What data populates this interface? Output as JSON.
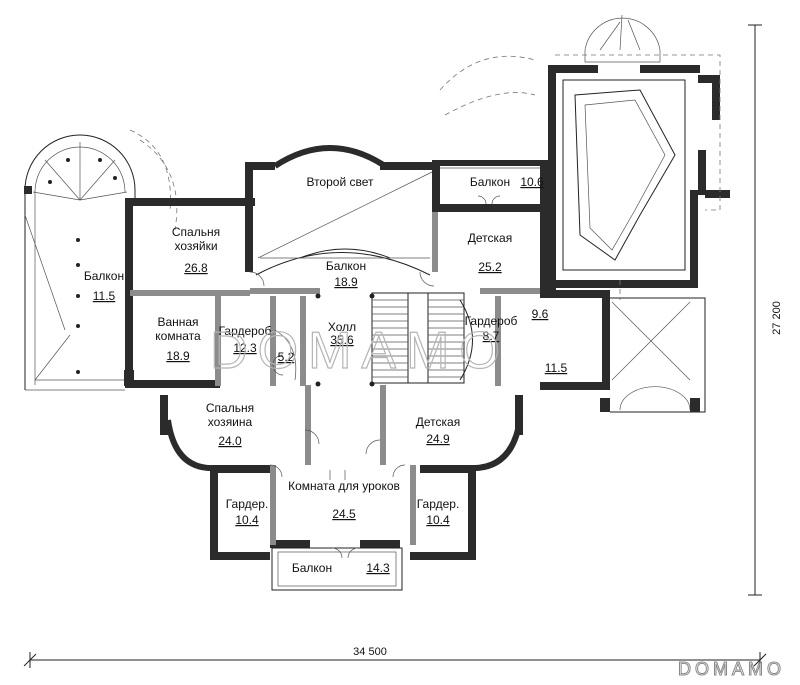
{
  "rooms": [
    {
      "id": "second-light",
      "name": "Второй свет",
      "area": ""
    },
    {
      "id": "balcony-top",
      "name": "Балкон",
      "area": "10.6"
    },
    {
      "id": "mistress-bedroom",
      "name": "Спальня хозяйки",
      "area": "26.8"
    },
    {
      "id": "balcony-center",
      "name": "Балкон",
      "area": "18.9"
    },
    {
      "id": "kids-room-1",
      "name": "Детская",
      "area": "25.2"
    },
    {
      "id": "balcony-left",
      "name": "Балкон",
      "area": "11.5"
    },
    {
      "id": "bathroom",
      "name": "Ванная комната",
      "area": "18.9"
    },
    {
      "id": "wardrobe-1",
      "name": "Гардероб",
      "area": "12.3"
    },
    {
      "id": "stair-small",
      "name": "",
      "area": "5.2"
    },
    {
      "id": "hall",
      "name": "Холл",
      "area": "35.6"
    },
    {
      "id": "wardrobe-2",
      "name": "Гардероб",
      "area": "8.7"
    },
    {
      "id": "room-9-6",
      "name": "",
      "area": "9.6"
    },
    {
      "id": "room-11-5",
      "name": "",
      "area": "11.5"
    },
    {
      "id": "master-bedroom",
      "name": "Спальня хозяина",
      "area": "24.0"
    },
    {
      "id": "kids-room-2",
      "name": "Детская",
      "area": "24.9"
    },
    {
      "id": "wardrobe-3",
      "name": "Гардер.",
      "area": "10.4"
    },
    {
      "id": "study-room",
      "name": "Комната для уроков",
      "area": "24.5"
    },
    {
      "id": "wardrobe-4",
      "name": "Гардер.",
      "area": "10.4"
    },
    {
      "id": "balcony-bottom",
      "name": "Балкон",
      "area": "14.3"
    }
  ],
  "dimensions": {
    "width": "34 500",
    "height": "27 200"
  },
  "watermark": "DOMAMO",
  "brand": "DOMAMO"
}
